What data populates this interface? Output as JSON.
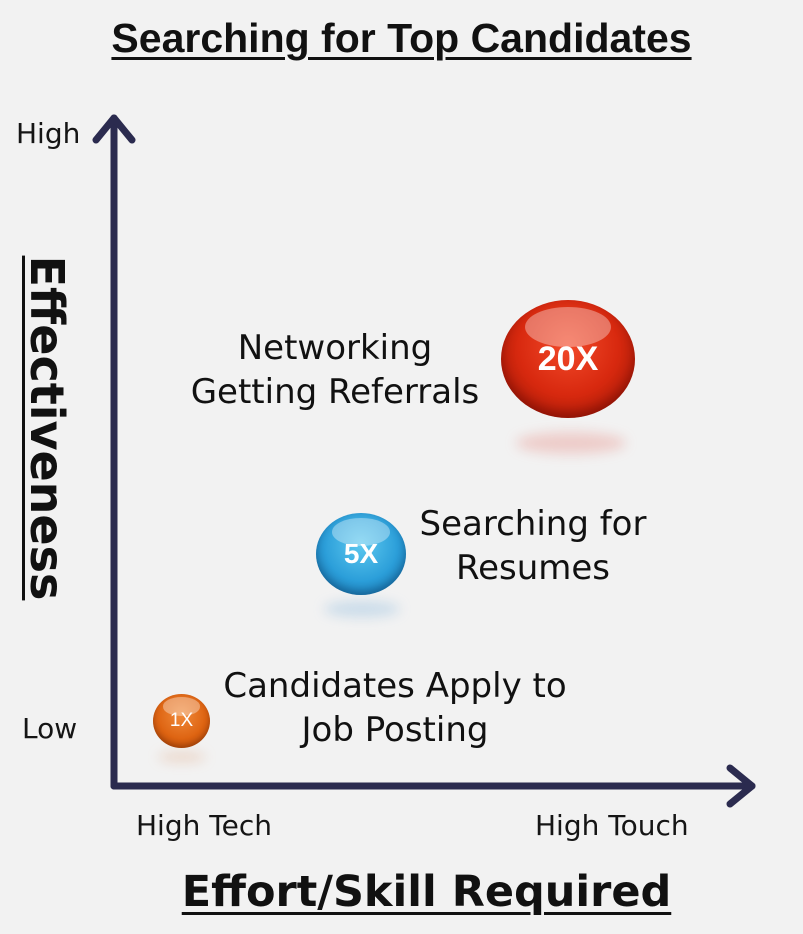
{
  "title": "Searching for Top Candidates",
  "y_axis": {
    "title": "Effectiveness",
    "high_label": "High",
    "low_label": "Low"
  },
  "x_axis": {
    "title": "Effort/Skill Required",
    "left_label": "High Tech",
    "right_label": "High Touch"
  },
  "items": [
    {
      "multiplier": "20X",
      "color": "#d8290f",
      "caption_lines": [
        "Networking",
        "Getting Referrals"
      ]
    },
    {
      "multiplier": "5X",
      "color": "#2b9ed9",
      "caption_lines": [
        "Searching for",
        "Resumes"
      ]
    },
    {
      "multiplier": "1X",
      "color": "#de6412",
      "caption_lines": [
        "Candidates Apply to",
        "Job Posting"
      ]
    }
  ],
  "axis_color": "#2b2b4f"
}
